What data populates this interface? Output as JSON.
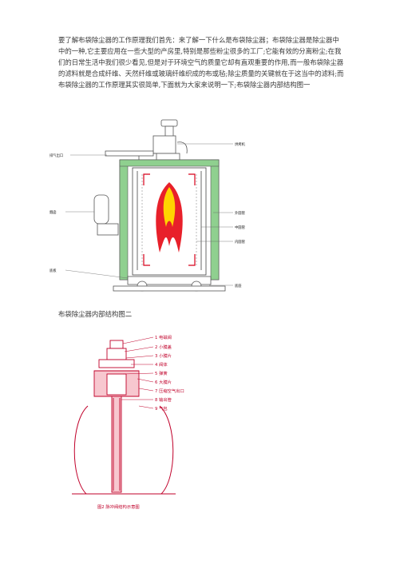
{
  "intro_text": "要了解布袋除尘器的工作原理我们首先：来了解一下什么是布袋除尘器；布袋除尘器是除尘器中中的一种,它主要应用在一些大型的产房里,特别是那些粉尘很多的工厂;它能有效的分离粉尘;在我们的日常生活中我们很少看见,但是对于环境空气的质量它却有直观重要的作用,而一般布袋除尘器的滤料就是合成纤维、天然纤维或玻璃纤维织成的布或毡;除尘质量的关键就在于这当中的滤料;而布袋除尘器的工作原理其实很简单,下面就为大家来说明一下;布袋除尘器内部结构图一",
  "caption2": "布袋除尘器内部结构图二",
  "figure1": {
    "labels": {
      "top_right": "烘烤机",
      "outlet": "排气出口",
      "chimney": "烟囱",
      "outer_tube": "外圆管",
      "middle_tube": "中圆管",
      "inner_tube": "内圆管",
      "base_plate": "底板",
      "bottom_right": "底座"
    },
    "colors": {
      "flame_red": "#e8202a",
      "flame_yellow": "#ffd400",
      "arrow_red": "#d8001a",
      "wall_green": "#8fd08f"
    }
  },
  "figure2": {
    "parts": [
      "1 电磁阀",
      "2 小膜盖",
      "3 小膜片",
      "4 阀体",
      "5 弹簧",
      "6 大膜片",
      "7 压缩空气出口",
      "8 输出管",
      "9 气包"
    ],
    "caption": "图2  脉冲阀结构示意图",
    "colors": {
      "line": "#c0002a",
      "body_fill": "#f7c7cf"
    }
  }
}
